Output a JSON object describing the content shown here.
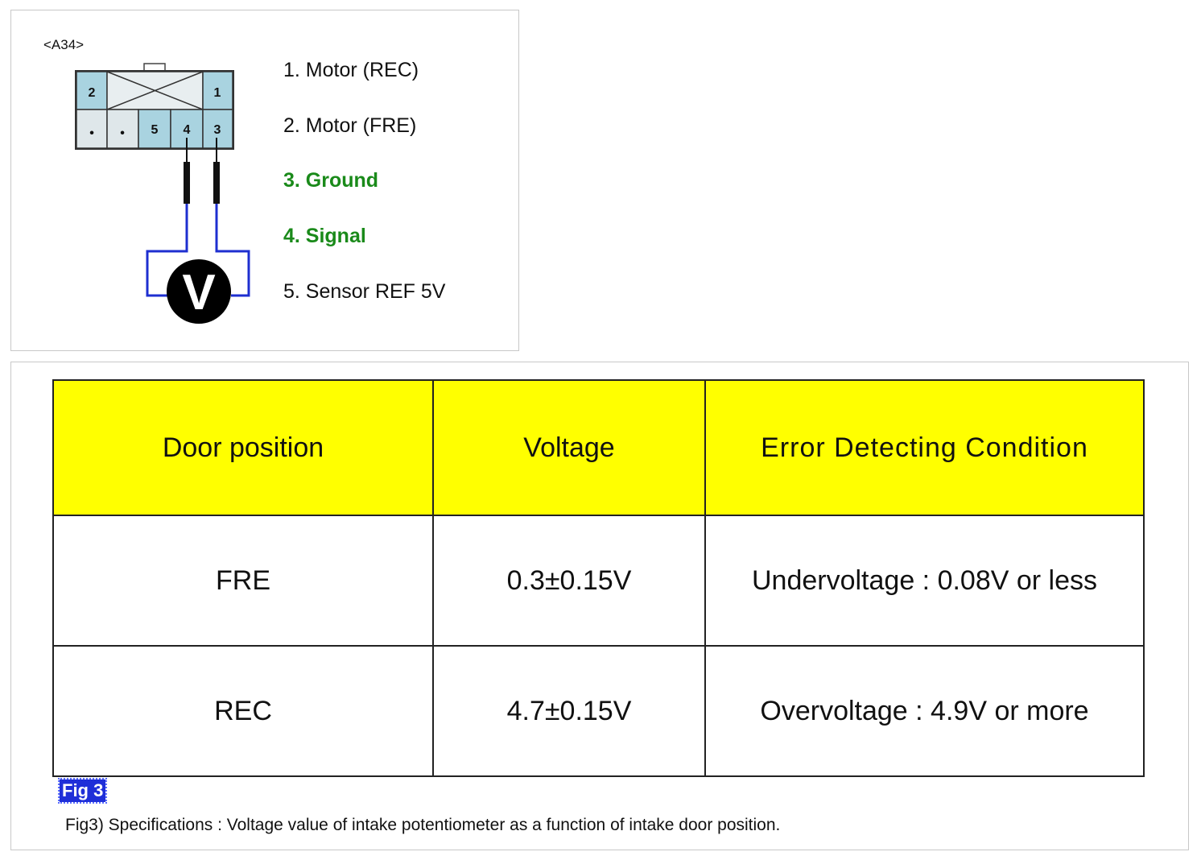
{
  "diagram": {
    "connector_id": "<A34>",
    "pin_numbers": {
      "p1": "1",
      "p2": "2",
      "p3": "3",
      "p4": "4",
      "p5": "5",
      "dot": "•"
    },
    "meter_label": "V",
    "colors": {
      "wire": "#1e2fd0",
      "connector_fill": "#a9d3e0",
      "highlight": "#1a8a1a"
    },
    "pins": [
      {
        "label": "1. Motor (REC)",
        "highlight": false
      },
      {
        "label": "2. Motor (FRE)",
        "highlight": false
      },
      {
        "label": "3. Ground",
        "highlight": true
      },
      {
        "label": "4. Signal",
        "highlight": true
      },
      {
        "label": "5. Sensor REF 5V",
        "highlight": false
      }
    ]
  },
  "table": {
    "headers": [
      "Door position",
      "Voltage",
      "Error Detecting Condition"
    ],
    "rows": [
      [
        "FRE",
        "0.3±0.15V",
        "Undervoltage : 0.08V or less"
      ],
      [
        "REC",
        "4.7±0.15V",
        "Overvoltage : 4.9V or more"
      ]
    ],
    "header_color": "#ffff00"
  },
  "figure": {
    "badge": "Fig 3",
    "caption": "Fig3) Specifications : Voltage value of intake potentiometer as a function of intake door position."
  }
}
